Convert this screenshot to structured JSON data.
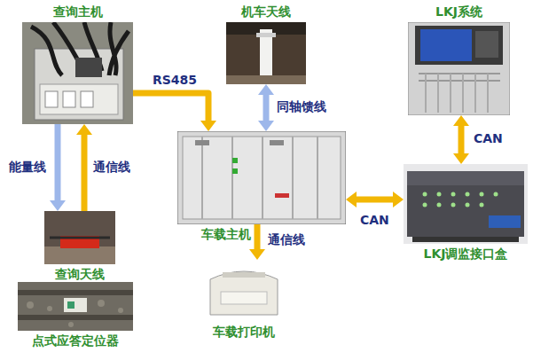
{
  "diagram": {
    "nodes": [
      {
        "text": [
          "查询主机"
        ]
      },
      {
        "text": [
          "机车天线"
        ]
      },
      {
        "text": [
          "LKJ系统"
        ]
      },
      {
        "text": [
          "车载主机"
        ]
      },
      {
        "text": [
          "LKJ调监接口盒"
        ]
      },
      {
        "text": [
          "查询天线"
        ]
      },
      {
        "text": [
          "车载打印机"
        ]
      },
      {
        "text": [
          "点式应答定位器"
        ]
      }
    ],
    "edges": [
      {
        "from": 0,
        "to": 3,
        "label": "RS485",
        "arrow": "to"
      },
      {
        "from": 1,
        "to": 3,
        "label": "同轴馈线",
        "arrow": "both"
      },
      {
        "from": 0,
        "to": 5,
        "label": "能量线",
        "arrow": "to"
      },
      {
        "from": 5,
        "to": 0,
        "label": "通信线",
        "arrow": "to"
      },
      {
        "from": 3,
        "to": 6,
        "label": "通信线",
        "arrow": "to"
      },
      {
        "from": 3,
        "to": 4,
        "label": "CAN",
        "arrow": "both"
      },
      {
        "from": 2,
        "to": 4,
        "label": "CAN",
        "arrow": "both"
      }
    ]
  }
}
